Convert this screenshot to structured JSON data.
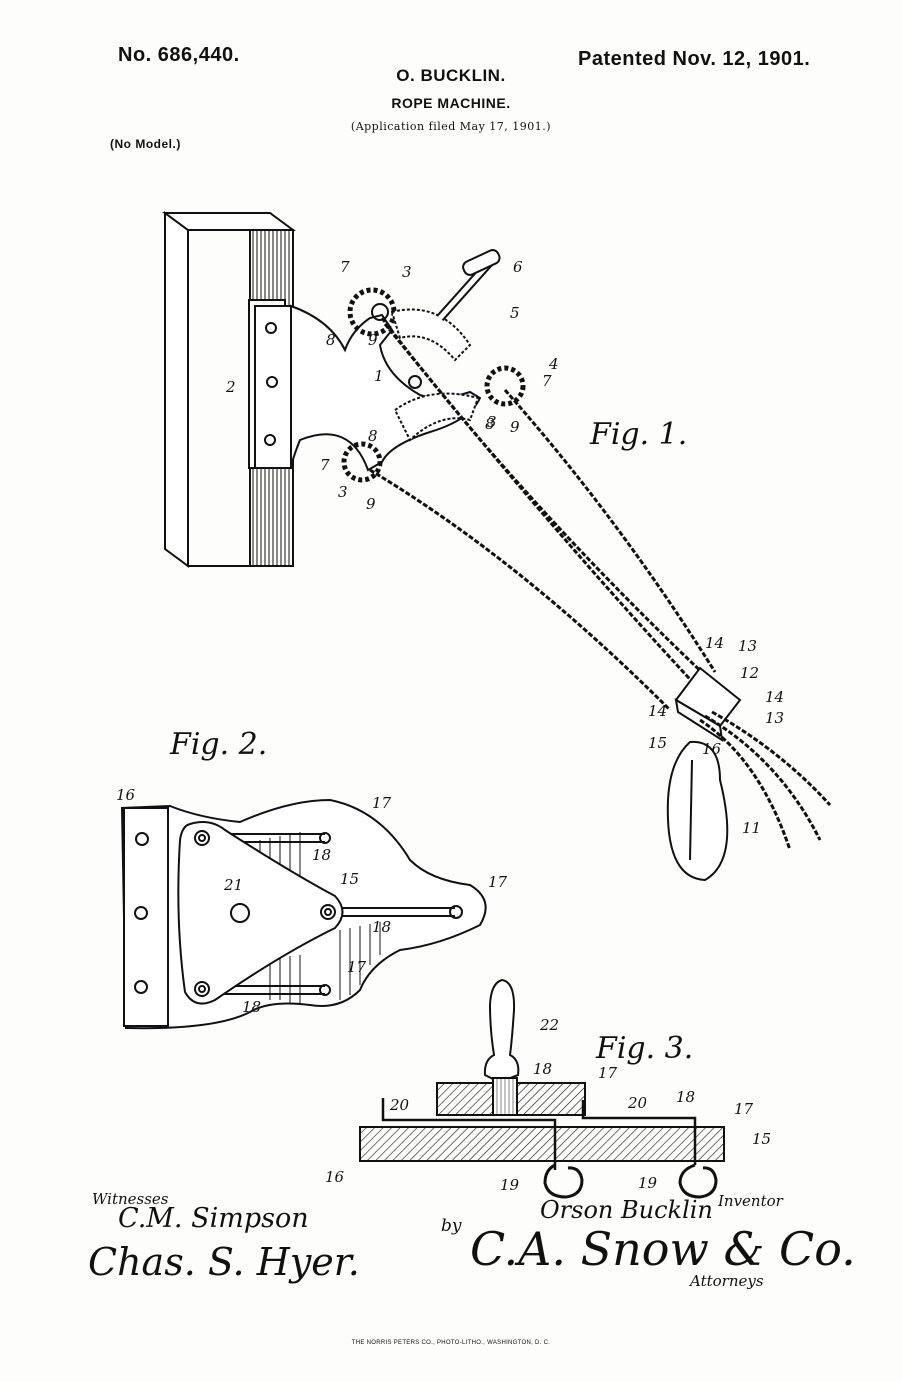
{
  "header": {
    "patent_number": "No. 686,440.",
    "patent_date": "Patented Nov. 12, 1901.",
    "inventor": "O. BUCKLIN.",
    "title": "ROPE MACHINE.",
    "application": "(Application filed May 17, 1901.)",
    "model_note": "(No Model.)"
  },
  "figures": {
    "fig1": {
      "label": "Fig. 1.",
      "refs": [
        "1",
        "2",
        "3",
        "3",
        "3",
        "4",
        "5",
        "6",
        "7",
        "7",
        "7",
        "8",
        "8",
        "8",
        "9",
        "9",
        "9",
        "11",
        "12",
        "13",
        "13",
        "14",
        "14",
        "14",
        "15",
        "16"
      ]
    },
    "fig2": {
      "label": "Fig. 2.",
      "refs": [
        "16",
        "17",
        "17",
        "17",
        "18",
        "18",
        "18",
        "15",
        "21"
      ]
    },
    "fig3": {
      "label": "Fig. 3.",
      "refs": [
        "22",
        "18",
        "17",
        "20",
        "20",
        "18",
        "17",
        "15",
        "16",
        "19",
        "19"
      ]
    }
  },
  "footer": {
    "witnesses_label": "Witnesses",
    "witness_1": "C.M. Simpson",
    "witness_2": "Chas. S. Hyer.",
    "by_label": "by",
    "inventor_signature": "Orson Bucklin",
    "inventor_label": "Inventor",
    "attorney_signature": "C.A. Snow & Co.",
    "attorneys_label": "Attorneys",
    "printer_credit": "THE NORRIS PETERS CO., PHOTO-LITHO., WASHINGTON, D. C."
  }
}
